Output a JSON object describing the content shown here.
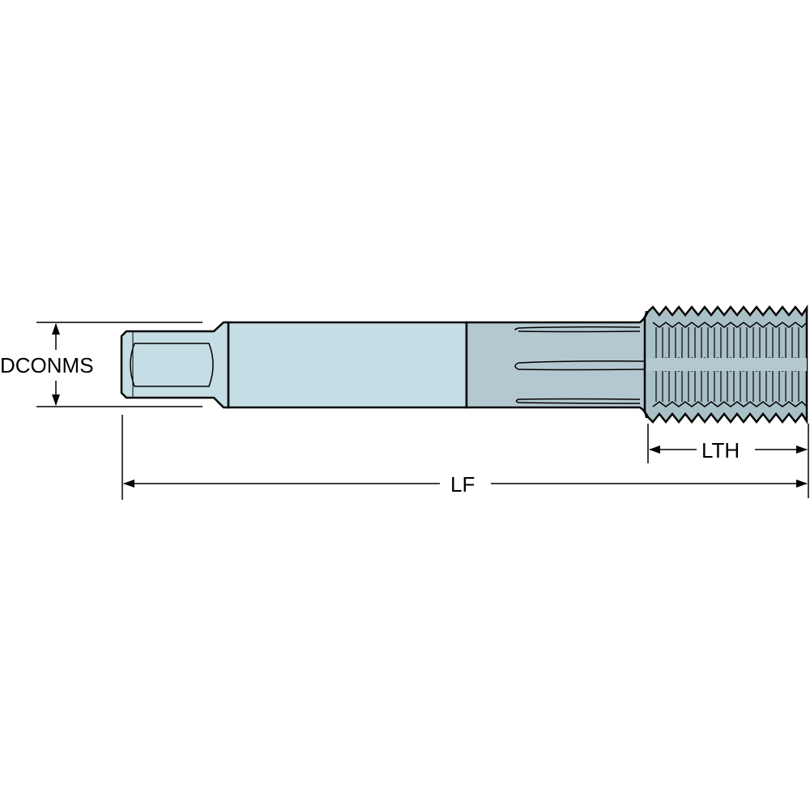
{
  "diagram": {
    "type": "technical-drawing",
    "subject": "thread tap",
    "dimensions": {
      "dconms": {
        "label": "DCONMS"
      },
      "lth": {
        "label": "LTH"
      },
      "lf": {
        "label": "LF"
      }
    },
    "colors": {
      "shank_light": "#c5dde4",
      "flute_body": "#b4c9cf",
      "thread": "#a9c0c7",
      "outline": "#000000"
    }
  }
}
